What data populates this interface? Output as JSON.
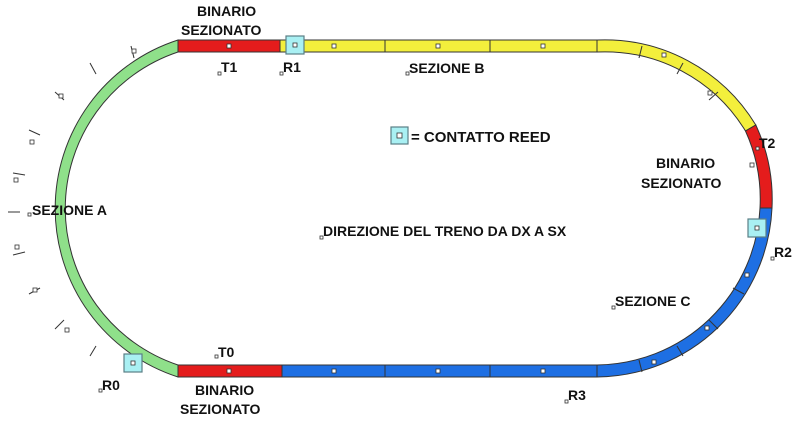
{
  "diagram": {
    "reed_legend": "= CONTATTO REED",
    "direction": "DIREZIONE DEL TRENO DA DX A SX",
    "sections": {
      "a": "SEZIONE A",
      "b": "SEZIONE B",
      "c": "SEZIONE C"
    },
    "isolated_top": [
      "BINARIO",
      "SEZIONATO"
    ],
    "isolated_bottom": [
      "BINARIO",
      "SEZIONATO"
    ],
    "isolated_right": [
      "BINARIO",
      "SEZIONATO"
    ],
    "markers": {
      "t0": "T0",
      "t1": "T1",
      "t2": "T2",
      "r0": "R0",
      "r1": "R1",
      "r2": "R2",
      "r3": "R3"
    },
    "colors": {
      "section_a": "#8fe08a",
      "section_b": "#f3ef3c",
      "section_c": "#1e6fe3",
      "isolated": "#e41c1c",
      "reed": "#a9f0f3"
    }
  }
}
